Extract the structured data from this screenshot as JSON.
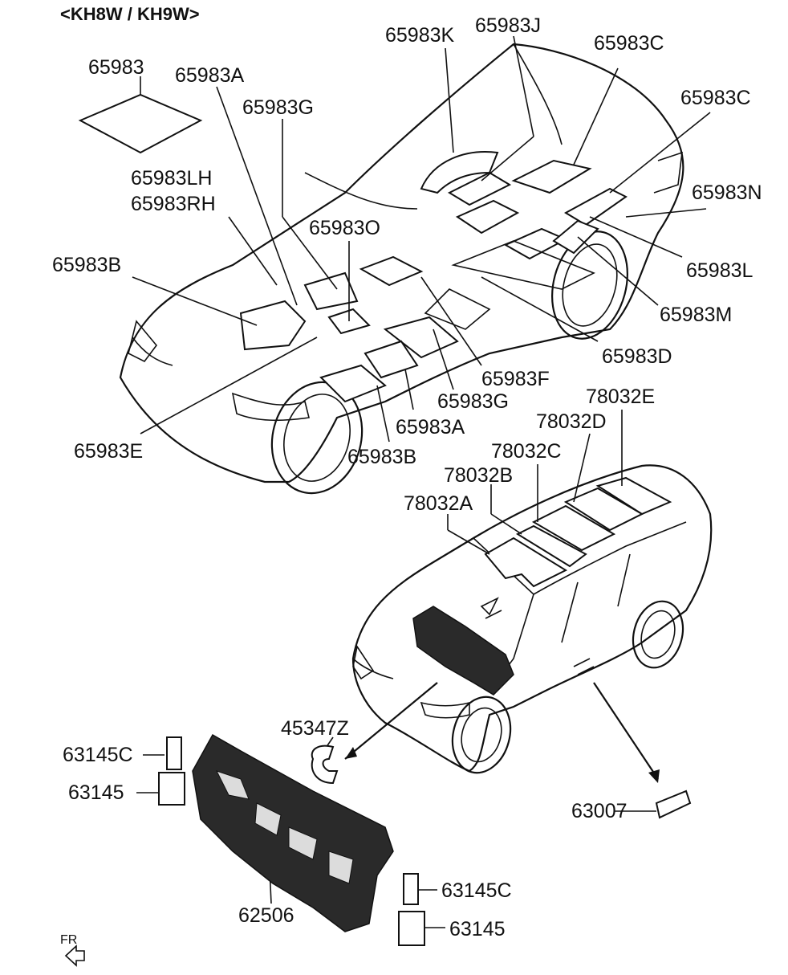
{
  "header": {
    "title": "<KH8W / KH9W>"
  },
  "front_mark": "FR",
  "callouts": {
    "p65983": "65983",
    "p65983A_top": "65983A",
    "p65983G_top": "65983G",
    "p65983LH": "65983LH",
    "p65983RH": "65983RH",
    "p65983B_left": "65983B",
    "p65983O": "65983O",
    "p65983K": "65983K",
    "p65983J": "65983J",
    "p65983C_1": "65983C",
    "p65983C_2": "65983C",
    "p65983N": "65983N",
    "p65983L": "65983L",
    "p65983M": "65983M",
    "p65983D": "65983D",
    "p65983F": "65983F",
    "p65983G_mid": "65983G",
    "p65983A_mid": "65983A",
    "p65983B_mid": "65983B",
    "p65983E": "65983E",
    "p78032E": "78032E",
    "p78032D": "78032D",
    "p78032C": "78032C",
    "p78032B": "78032B",
    "p78032A": "78032A",
    "p45347Z": "45347Z",
    "p63145C_left": "63145C",
    "p63145_left": "63145",
    "p62506": "62506",
    "p63145C_right": "63145C",
    "p63145_right": "63145",
    "p63007": "63007"
  }
}
